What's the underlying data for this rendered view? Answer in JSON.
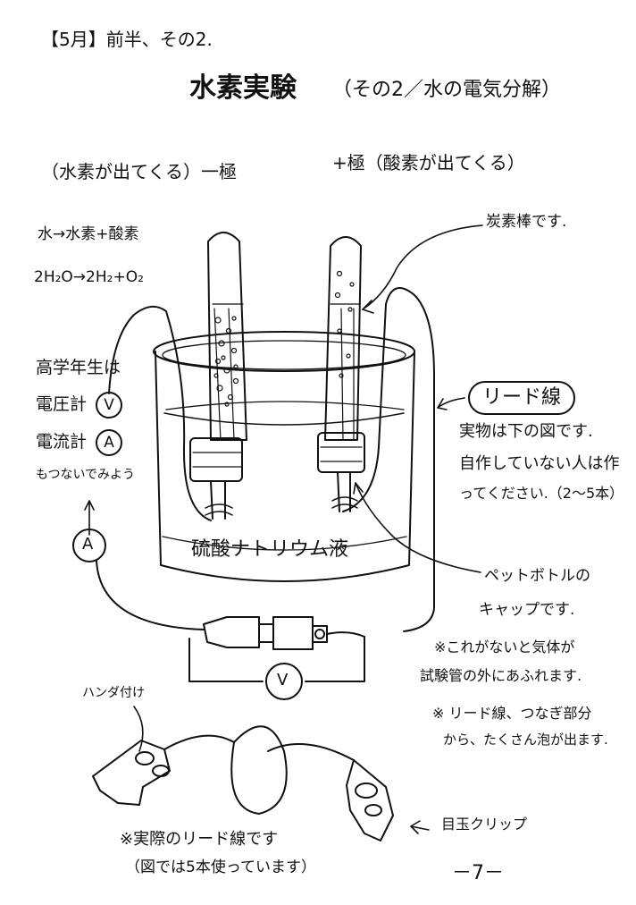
{
  "header": {
    "month_tag": "【5月】前半、その2.",
    "title_main": "水素実験",
    "title_sub": "（その2／水の電気分解）"
  },
  "poles": {
    "minus": "（水素が出てくる）一極",
    "plus": "+極（酸素が出てくる）"
  },
  "equations": {
    "words": "水→水素+酸素",
    "formula": "2H₂O→2H₂+O₂"
  },
  "meters_note": {
    "line1": "高学年生は",
    "line2_prefix": "電圧計",
    "line2_symbol": "V",
    "line3_prefix": "電流計",
    "line3_symbol": "A",
    "line4": "もつないでみよう"
  },
  "ammeter_symbol": "A",
  "voltmeter_symbol": "V",
  "carbon_rod_note": "炭素棒です.",
  "lead_wire": {
    "label": "リード線",
    "line1": "実物は下の図です.",
    "line2": "自作していない人は作",
    "line3": "ってください.（2～5本）"
  },
  "solution_label": "硫酸ナトリウム液",
  "bottle_cap": {
    "line1": "ペットボトルの",
    "line2": "キャップです."
  },
  "cap_warning": {
    "line1": "※これがないと気体が",
    "line2": "試験管の外にあふれます."
  },
  "joint_warning": {
    "line1": "※ リード線、つなぎ部分",
    "line2": "から、たくさん泡が出ます."
  },
  "solder_label": "ハンダ付け",
  "clip_label": "目玉クリップ",
  "actual_wire": {
    "line1": "※実際のリード線です",
    "line2": "（図では5本使っています）"
  },
  "page_number": "－7－",
  "colors": {
    "ink": "#111111",
    "paper": "#ffffff"
  }
}
